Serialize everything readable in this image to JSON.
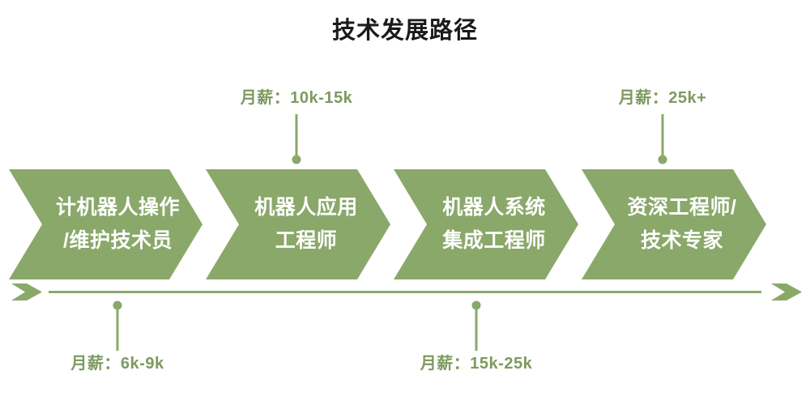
{
  "chart_data": {
    "type": "diagram",
    "diagram_kind": "chevron-process-timeline",
    "title": "技术发展路径",
    "xlabel": "",
    "ylabel": "",
    "legend": [],
    "grid": false,
    "accent_color": "#8aa86a",
    "label_color": "#7d9a5f",
    "stage_text_color": "#ffffff",
    "title_color": "#1a1a1a",
    "background": "#ffffff",
    "categories": [
      "计机器人操作/维护技术员",
      "机器人应用工程师",
      "机器人系统集成工程师",
      "资深工程师/技术专家"
    ],
    "values": [
      "6k-9k",
      "10k-15k",
      "15k-25k",
      "25k+"
    ],
    "annotations": [
      "月薪：6k-9k",
      "月薪：10k-15k",
      "月薪：15k-25k",
      "月薪：25k+"
    ],
    "stages": [
      {
        "index": 1,
        "lines": [
          "计机器人操作",
          "/维护技术员"
        ],
        "salary_prefix": "月薪：",
        "salary_range": "6k-9k",
        "salary_label": "月薪：6k-9k",
        "callout_position": "below"
      },
      {
        "index": 2,
        "lines": [
          "机器人应用",
          "工程师"
        ],
        "salary_prefix": "月薪：",
        "salary_range": "10k-15k",
        "salary_label": "月薪：10k-15k",
        "callout_position": "above"
      },
      {
        "index": 3,
        "lines": [
          "机器人系统",
          "集成工程师"
        ],
        "salary_prefix": "月薪：",
        "salary_range": "15k-25k",
        "salary_label": "月薪：15k-25k",
        "callout_position": "below"
      },
      {
        "index": 4,
        "lines": [
          "资深工程师/",
          "技术专家"
        ],
        "salary_prefix": "月薪：",
        "salary_range": "25k+",
        "salary_label": "月薪：25k+",
        "callout_position": "above"
      }
    ]
  },
  "header": {
    "title": "技术发展路径"
  },
  "timeline": {
    "start_marker": "chevron-arrow-right",
    "end_marker": "chevron-arrow-right"
  }
}
